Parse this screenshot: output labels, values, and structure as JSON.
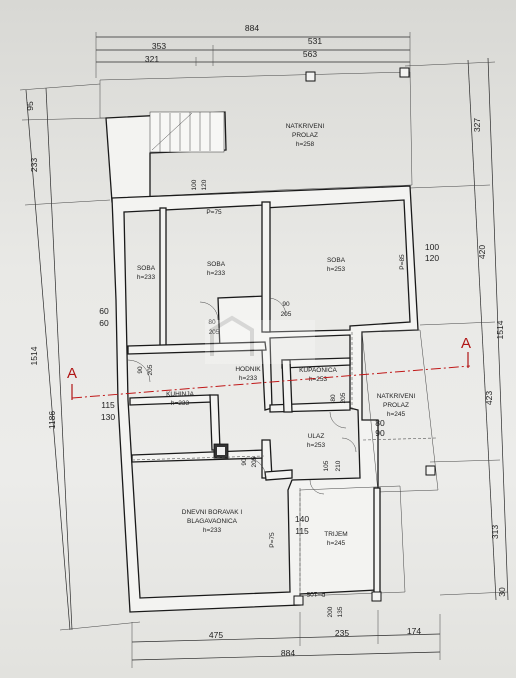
{
  "dimensions": {
    "top": [
      "884",
      "531",
      "353",
      "563",
      "321"
    ],
    "bottom": [
      "475",
      "235",
      "174",
      "884"
    ],
    "left": [
      "95",
      "233",
      "1514",
      "1186"
    ],
    "right": [
      "327",
      "420",
      "1514",
      "423",
      "313",
      "30"
    ],
    "openings": [
      "100",
      "120",
      "P=75",
      "60",
      "60",
      "90",
      "205",
      "80",
      "205",
      "90",
      "205",
      "115",
      "130",
      "80",
      "205",
      "100",
      "120",
      "P=85",
      "90",
      "205",
      "80",
      "90",
      "105",
      "210",
      "140",
      "115",
      "P=75",
      "P=105",
      "200",
      "135"
    ]
  },
  "rooms": [
    {
      "name": "NATKRIVENI",
      "name2": "PROLAZ",
      "height": "h=258"
    },
    {
      "name": "SOBA",
      "height": "h=233"
    },
    {
      "name": "SOBA",
      "height": "h=233"
    },
    {
      "name": "SOBA",
      "height": "h=253"
    },
    {
      "name": "HODNIK",
      "height": "h=233"
    },
    {
      "name": "KUPAONICA",
      "height": "h=253"
    },
    {
      "name": "KUHINJA",
      "height": "h=233"
    },
    {
      "name": "NATKRIVENI",
      "name2": "PROLAZ",
      "height": "h=245"
    },
    {
      "name": "ULAZ",
      "height": "h=253"
    },
    {
      "name": "DNEVNI BORAVAK I",
      "name2": "BLAGAVAONICA",
      "height": "h=233"
    },
    {
      "name": "TRIJEM",
      "height": "h=245"
    }
  ],
  "section": {
    "left": "A",
    "right": "A"
  }
}
